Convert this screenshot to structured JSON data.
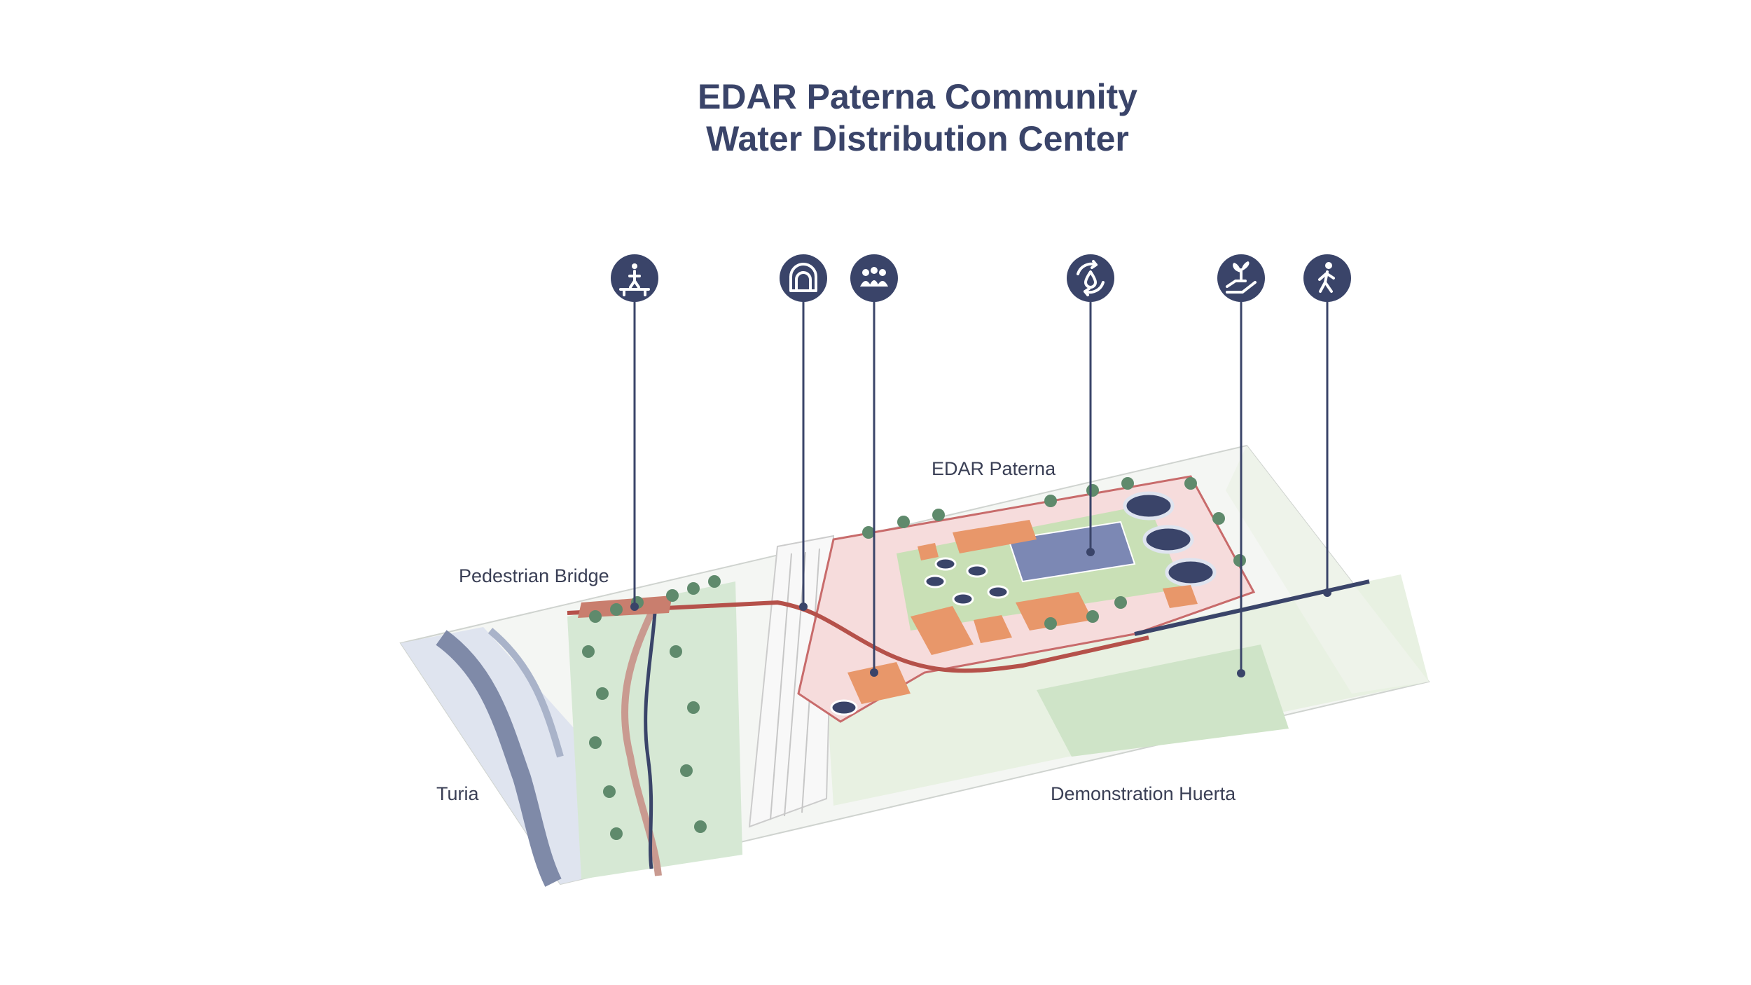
{
  "title": {
    "line1": "EDAR Paterna Community",
    "line2": "Water Distribution Center"
  },
  "labels": {
    "edar": "EDAR Paterna",
    "bridge": "Pedestrian Bridge",
    "turia": "Turia",
    "huerta": "Demonstration Huerta"
  },
  "icons": [
    {
      "name": "pedestrian-bridge-icon"
    },
    {
      "name": "tunnel-icon"
    },
    {
      "name": "community-icon"
    },
    {
      "name": "water-cycle-icon"
    },
    {
      "name": "hand-plant-icon"
    },
    {
      "name": "walking-person-icon"
    }
  ],
  "colors": {
    "accent": "#3a4469",
    "path": "#b5514a",
    "building": "#e8976a",
    "green_area": "#c9e0b6",
    "river": "#7f8aa8",
    "huerta": "#dcebd6"
  }
}
